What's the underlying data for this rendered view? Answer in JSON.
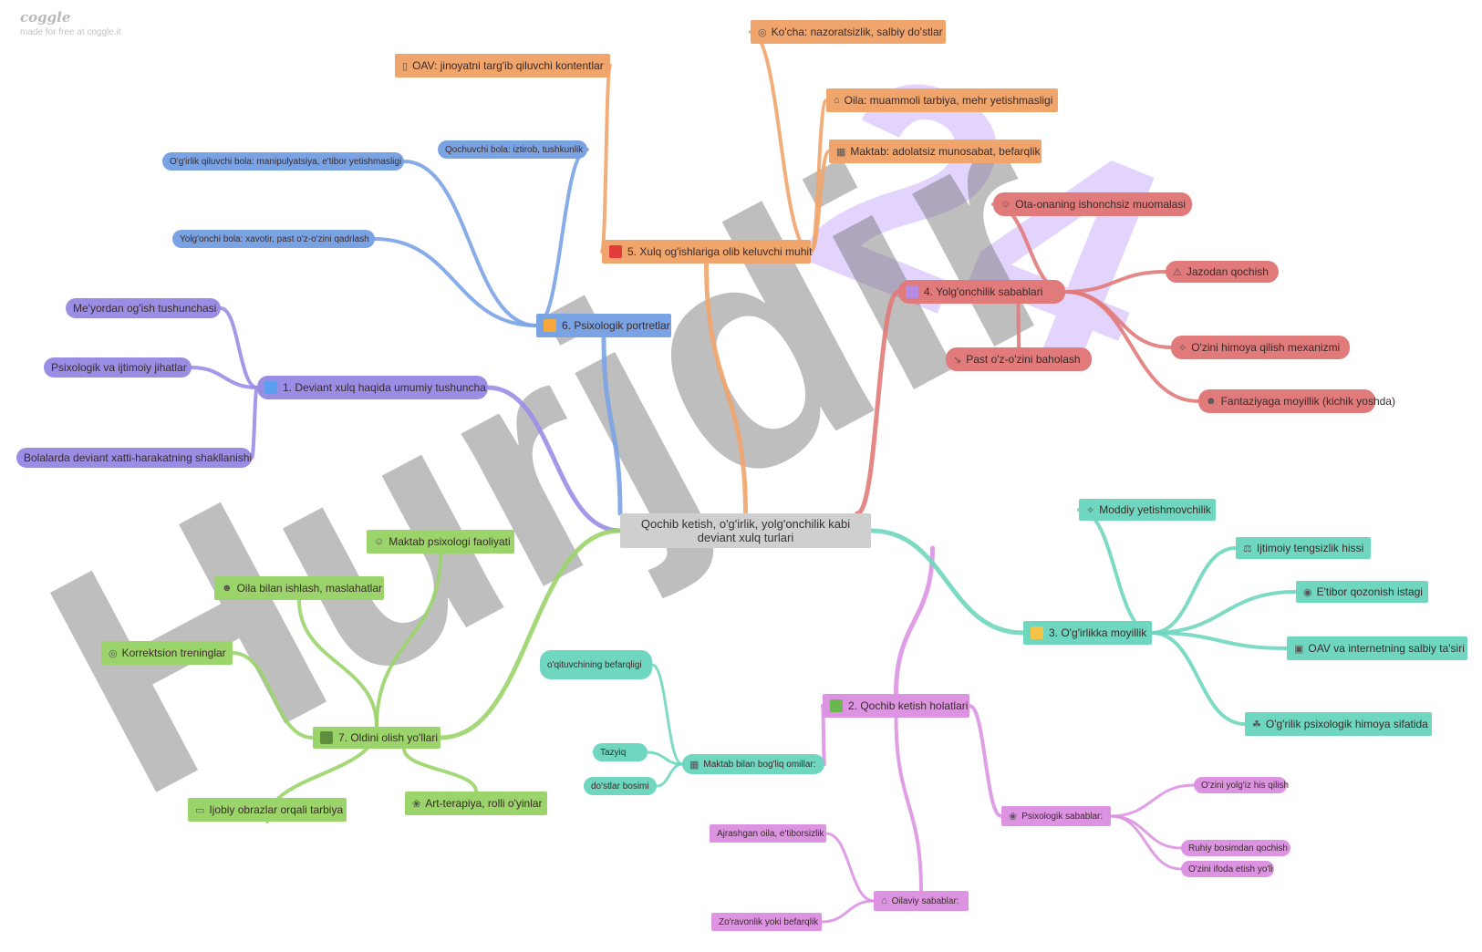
{
  "brand": {
    "logo": "coggle",
    "tagline": "made for free at coggle.it"
  },
  "watermark": {
    "text": "Hurjdir",
    "numeral": "24"
  },
  "colors": {
    "blue": "#7aa3e4",
    "purple": "#9a8ee4",
    "orange": "#f0a56c",
    "red": "#e17a7a",
    "teal": "#6fd6bf",
    "pink": "#dc94e2",
    "green": "#9bd46a",
    "central": "#cfcfcf"
  },
  "central": {
    "label": "Qochib ketish, o'g'irlik, yolg'onchilik kabi deviant xulq turlari"
  },
  "branches": [
    {
      "key": "b1",
      "label": "1. Deviant xulq haqida umumiy tushuncha",
      "children": [
        "Me'yordan og'ish tushunchasi",
        "Psixologik va ijtimoiy jihatlar",
        "Bolalarda deviant xatti-harakatning shakllanishi"
      ]
    },
    {
      "key": "b2",
      "label": "2. Qochib ketish holatlari",
      "sub": [
        {
          "label": "Maktab bilan bog'liq omillar:",
          "children": [
            "o'qituvchining befarqligi",
            "Tazyiq",
            "do'stlar bosimi"
          ]
        },
        {
          "label": "Psixologik sabablar:",
          "children": [
            "O'zini yolg'iz his qilish",
            "Ruhiy bosimdan qochish",
            "O'zini ifoda etish yo'li"
          ]
        },
        {
          "label": "Oilaviy sabablar:",
          "children": [
            "Ajrashgan oila, e'tiborsizlik",
            "Zo'ravonlik yoki befarqlik"
          ]
        }
      ]
    },
    {
      "key": "b3",
      "label": "3. O'g'irlikka moyillik",
      "children": [
        "Moddiy yetishmovchilik",
        "Ijtimoiy tengsizlik hissi",
        "E'tibor qozonish istagi",
        "OAV va internetning salbiy ta'siri",
        "O'g'rilik psixologik himoya sifatida"
      ]
    },
    {
      "key": "b4",
      "label": "4. Yolg'onchilik sabablari",
      "children": [
        "Ota-onaning ishonchsiz muomalasi",
        "Jazodan qochish",
        "O'zini himoya qilish mexanizmi",
        "Fantaziyaga moyillik (kichik yoshda)",
        "Past o'z-o'zini baholash"
      ]
    },
    {
      "key": "b5",
      "label": "5. Xulq og'ishlariga olib keluvchi muhit",
      "children": [
        "OAV: jinoyatni targ'ib qiluvchi kontentlar",
        "Ko'cha: nazoratsizlik, salbiy do'stlar",
        "Oila: muammoli tarbiya, mehr yetishmasligi",
        "Maktab: adolatsiz munosabat, befarqlik"
      ]
    },
    {
      "key": "b6",
      "label": "6. Psixologik portretlar",
      "children": [
        "O'g'irlik qiluvchi bola: manipulyatsiya, e'tibor yetishmasligi",
        "Qochuvchi bola: iztirob, tushkunlik",
        "Yolg'onchi bola: xavotir, past o'z-o'zini qadrlash"
      ]
    },
    {
      "key": "b7",
      "label": "7. Oldini olish yo'llari",
      "children": [
        "Maktab psixologi faoliyati",
        "Oila bilan ishlash, maslahatlar",
        "Korrektsion treninglar",
        "Ijobiy obrazlar orqali tarbiya",
        "Art-terapiya, rolli o'yinlar"
      ]
    }
  ]
}
